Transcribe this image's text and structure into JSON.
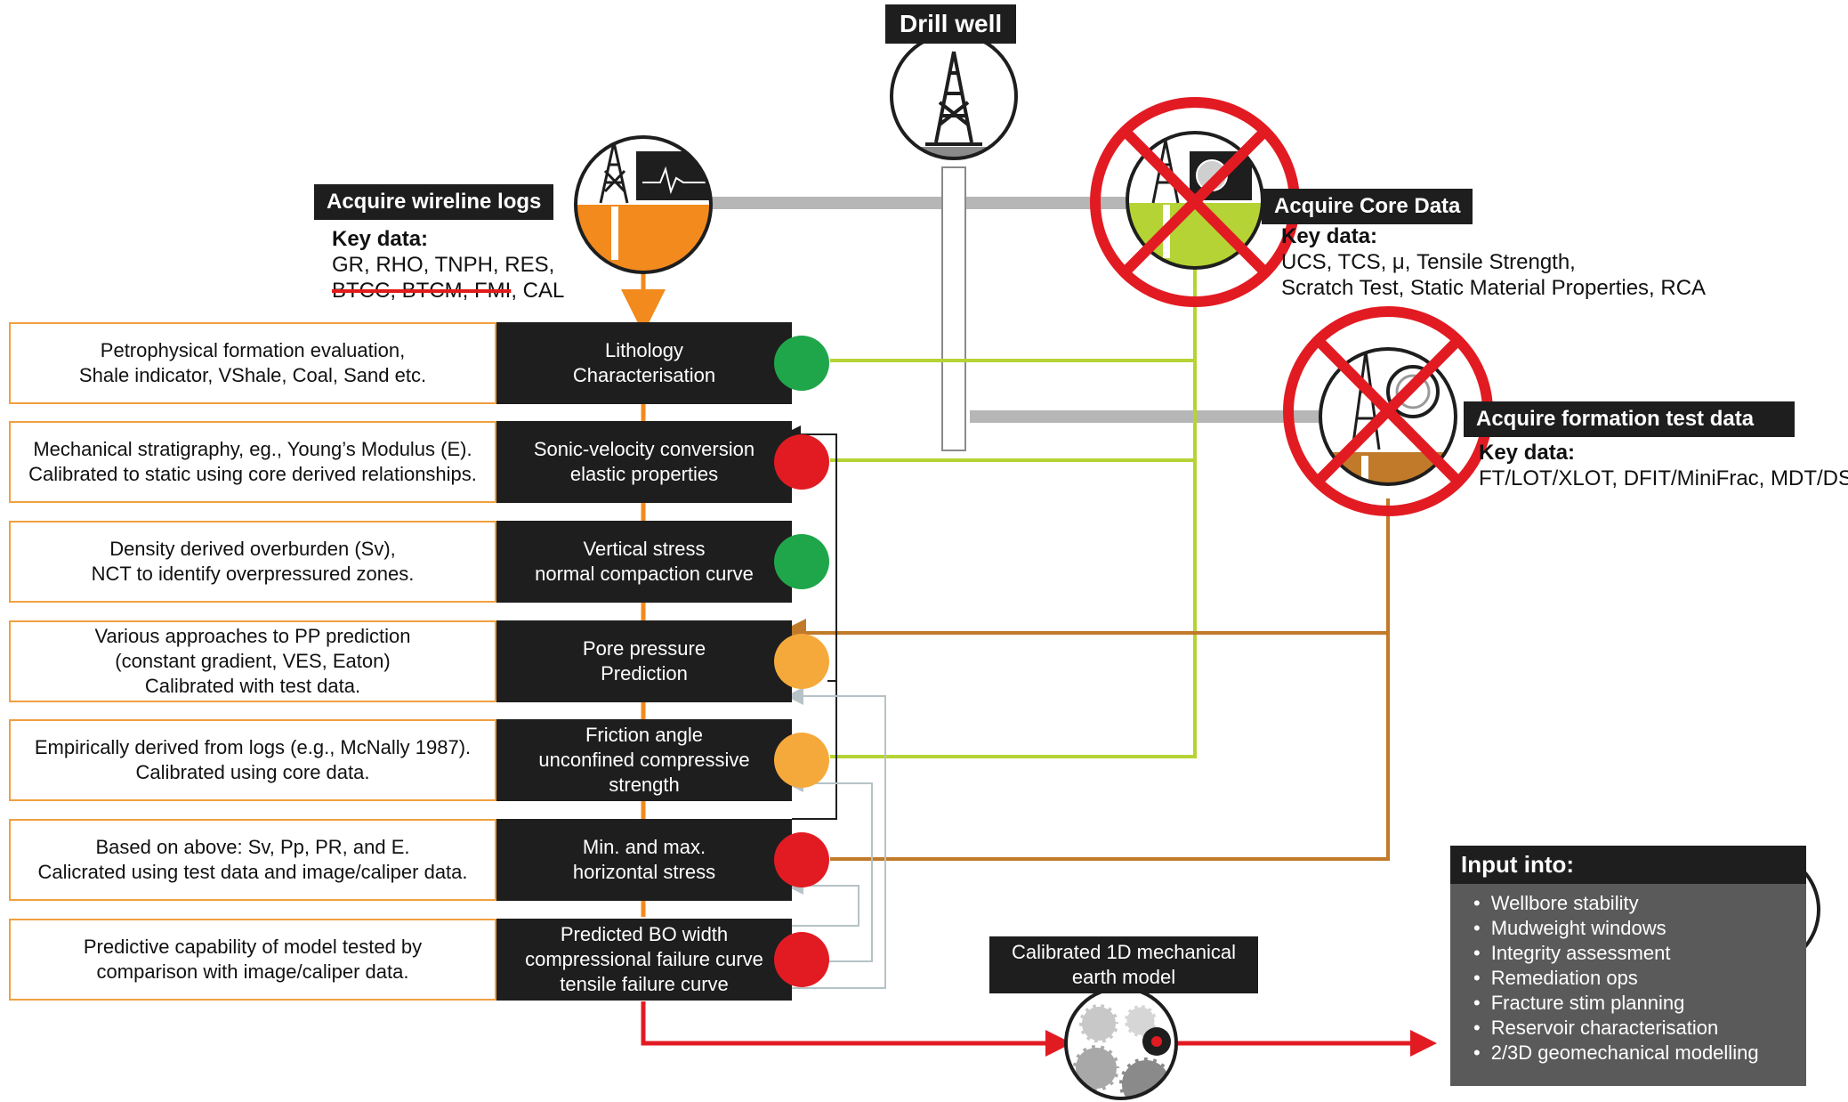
{
  "drill_well": {
    "title": "Drill well"
  },
  "wireline": {
    "title": "Acquire wireline logs",
    "key_label": "Key data:",
    "line1": "GR, RHO, TNPH, RES,",
    "struck": "BTCC, BTCM, FMI",
    "tail": ", CAL",
    "icon": "wireline-derrick-log-icon"
  },
  "core": {
    "title": "Acquire Core Data",
    "key_label": "Key data:",
    "line1": "UCS, TCS, μ, Tensile Strength,",
    "line2": "Scratch Test, Static Material Properties, RCA",
    "icon": "core-derrick-icon",
    "unavailable": true
  },
  "formation_test": {
    "title": "Acquire formation test data",
    "key_label": "Key data:",
    "line1": "FT/LOT/XLOT, DFIT/MiniFrac, MDT/DST",
    "icon": "pressure-gauge-derrick-icon",
    "unavailable": true
  },
  "steps": [
    {
      "desc": "Petrophysical formation evaluation,\nShale indicator, VShale, Coal, Sand etc.",
      "title": "Lithology\nCharacterisation",
      "status": "green"
    },
    {
      "desc": "Mechanical stratigraphy, eg., Young’s Modulus (E).\nCalibrated to static using core derived relationships.",
      "title": "Sonic-velocity conversion\nelastic properties",
      "status": "red"
    },
    {
      "desc": "Density derived overburden (Sv),\nNCT to identify overpressured zones.",
      "title": "Vertical stress\nnormal compaction curve",
      "status": "green"
    },
    {
      "desc": "Various approaches to PP prediction\n(constant gradient, VES, Eaton)\nCalibrated with test data.",
      "title": "Pore pressure\nPrediction",
      "status": "amber"
    },
    {
      "desc": "Empirically derived from logs (e.g., McNally 1987).\nCalibrated using core data.",
      "title": "Friction angle\nunconfined compressive\nstrength",
      "status": "amber"
    },
    {
      "desc": "Based on above: Sv, Pp, PR, and E.\nCalicrated using test data and image/caliper data.",
      "title": "Min. and max.\nhorizontal stress",
      "status": "red"
    },
    {
      "desc": "Predictive capability of model tested by\ncomparison with image/caliper data.",
      "title": "Predicted BO width\ncompressional failure curve\ntensile failure curve",
      "status": "red"
    }
  ],
  "earth_model": {
    "label": "Calibrated 1D mechanical\nearth model",
    "icon": "gears-icon"
  },
  "input_into": {
    "title": "Input into:",
    "items": [
      "Wellbore stability",
      "Mudweight windows",
      "Integrity assessment",
      "Remediation ops",
      "Fracture stim planning",
      "Reservoir characterisation",
      "2/3D geomechanical modelling"
    ],
    "icon": "computer-monitor-icon"
  },
  "colors": {
    "orange": "#f28a1e",
    "lime": "#b5d334",
    "brown": "#c07a2a",
    "red": "#e21b23",
    "green": "#1fa64a",
    "amber": "#f6a93b",
    "gray": "#b6b6b6",
    "dark": "#1e1e1e"
  }
}
